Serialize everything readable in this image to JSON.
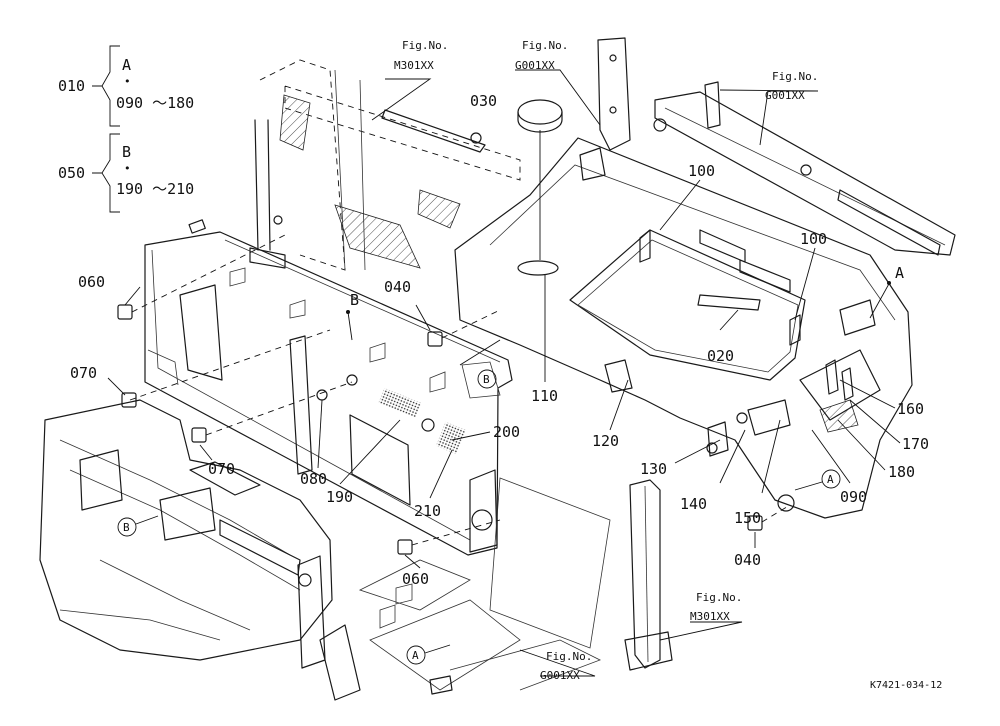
{
  "groups": [
    {
      "parent": "010",
      "letter": "A",
      "range": "090 ～180"
    },
    {
      "parent": "050",
      "letter": "B",
      "range": "190 ～210"
    }
  ],
  "dot": "•",
  "fig_refs": [
    {
      "prefix": "Fig.No.",
      "code": "M301XX"
    },
    {
      "prefix": "Fig.No.",
      "code": "G001XX"
    },
    {
      "prefix": "Fig.No.",
      "code": "G001XX"
    },
    {
      "prefix": "Fig.No.",
      "code": "M301XX"
    },
    {
      "prefix": "Fig.No.",
      "code": "G001XX"
    }
  ],
  "part_labels": {
    "p030": "030",
    "p100a": "100",
    "p100b": "100",
    "pA": "A",
    "p060a": "060",
    "p040a": "040",
    "pB": "B",
    "p020": "020",
    "p110": "110",
    "p160": "160",
    "p070a": "070",
    "p120": "120",
    "p170": "170",
    "p070b": "070",
    "p200": "200",
    "p180": "180",
    "p080": "080",
    "p130": "130",
    "p190": "190",
    "p090": "090",
    "p140": "140",
    "p210": "210",
    "p150": "150",
    "p040b": "040",
    "p060b": "060"
  },
  "circled_refs": {
    "b1": "B",
    "a1": "A",
    "b2": "B",
    "a2": "A"
  },
  "drawing_code": "K7421-034-12"
}
